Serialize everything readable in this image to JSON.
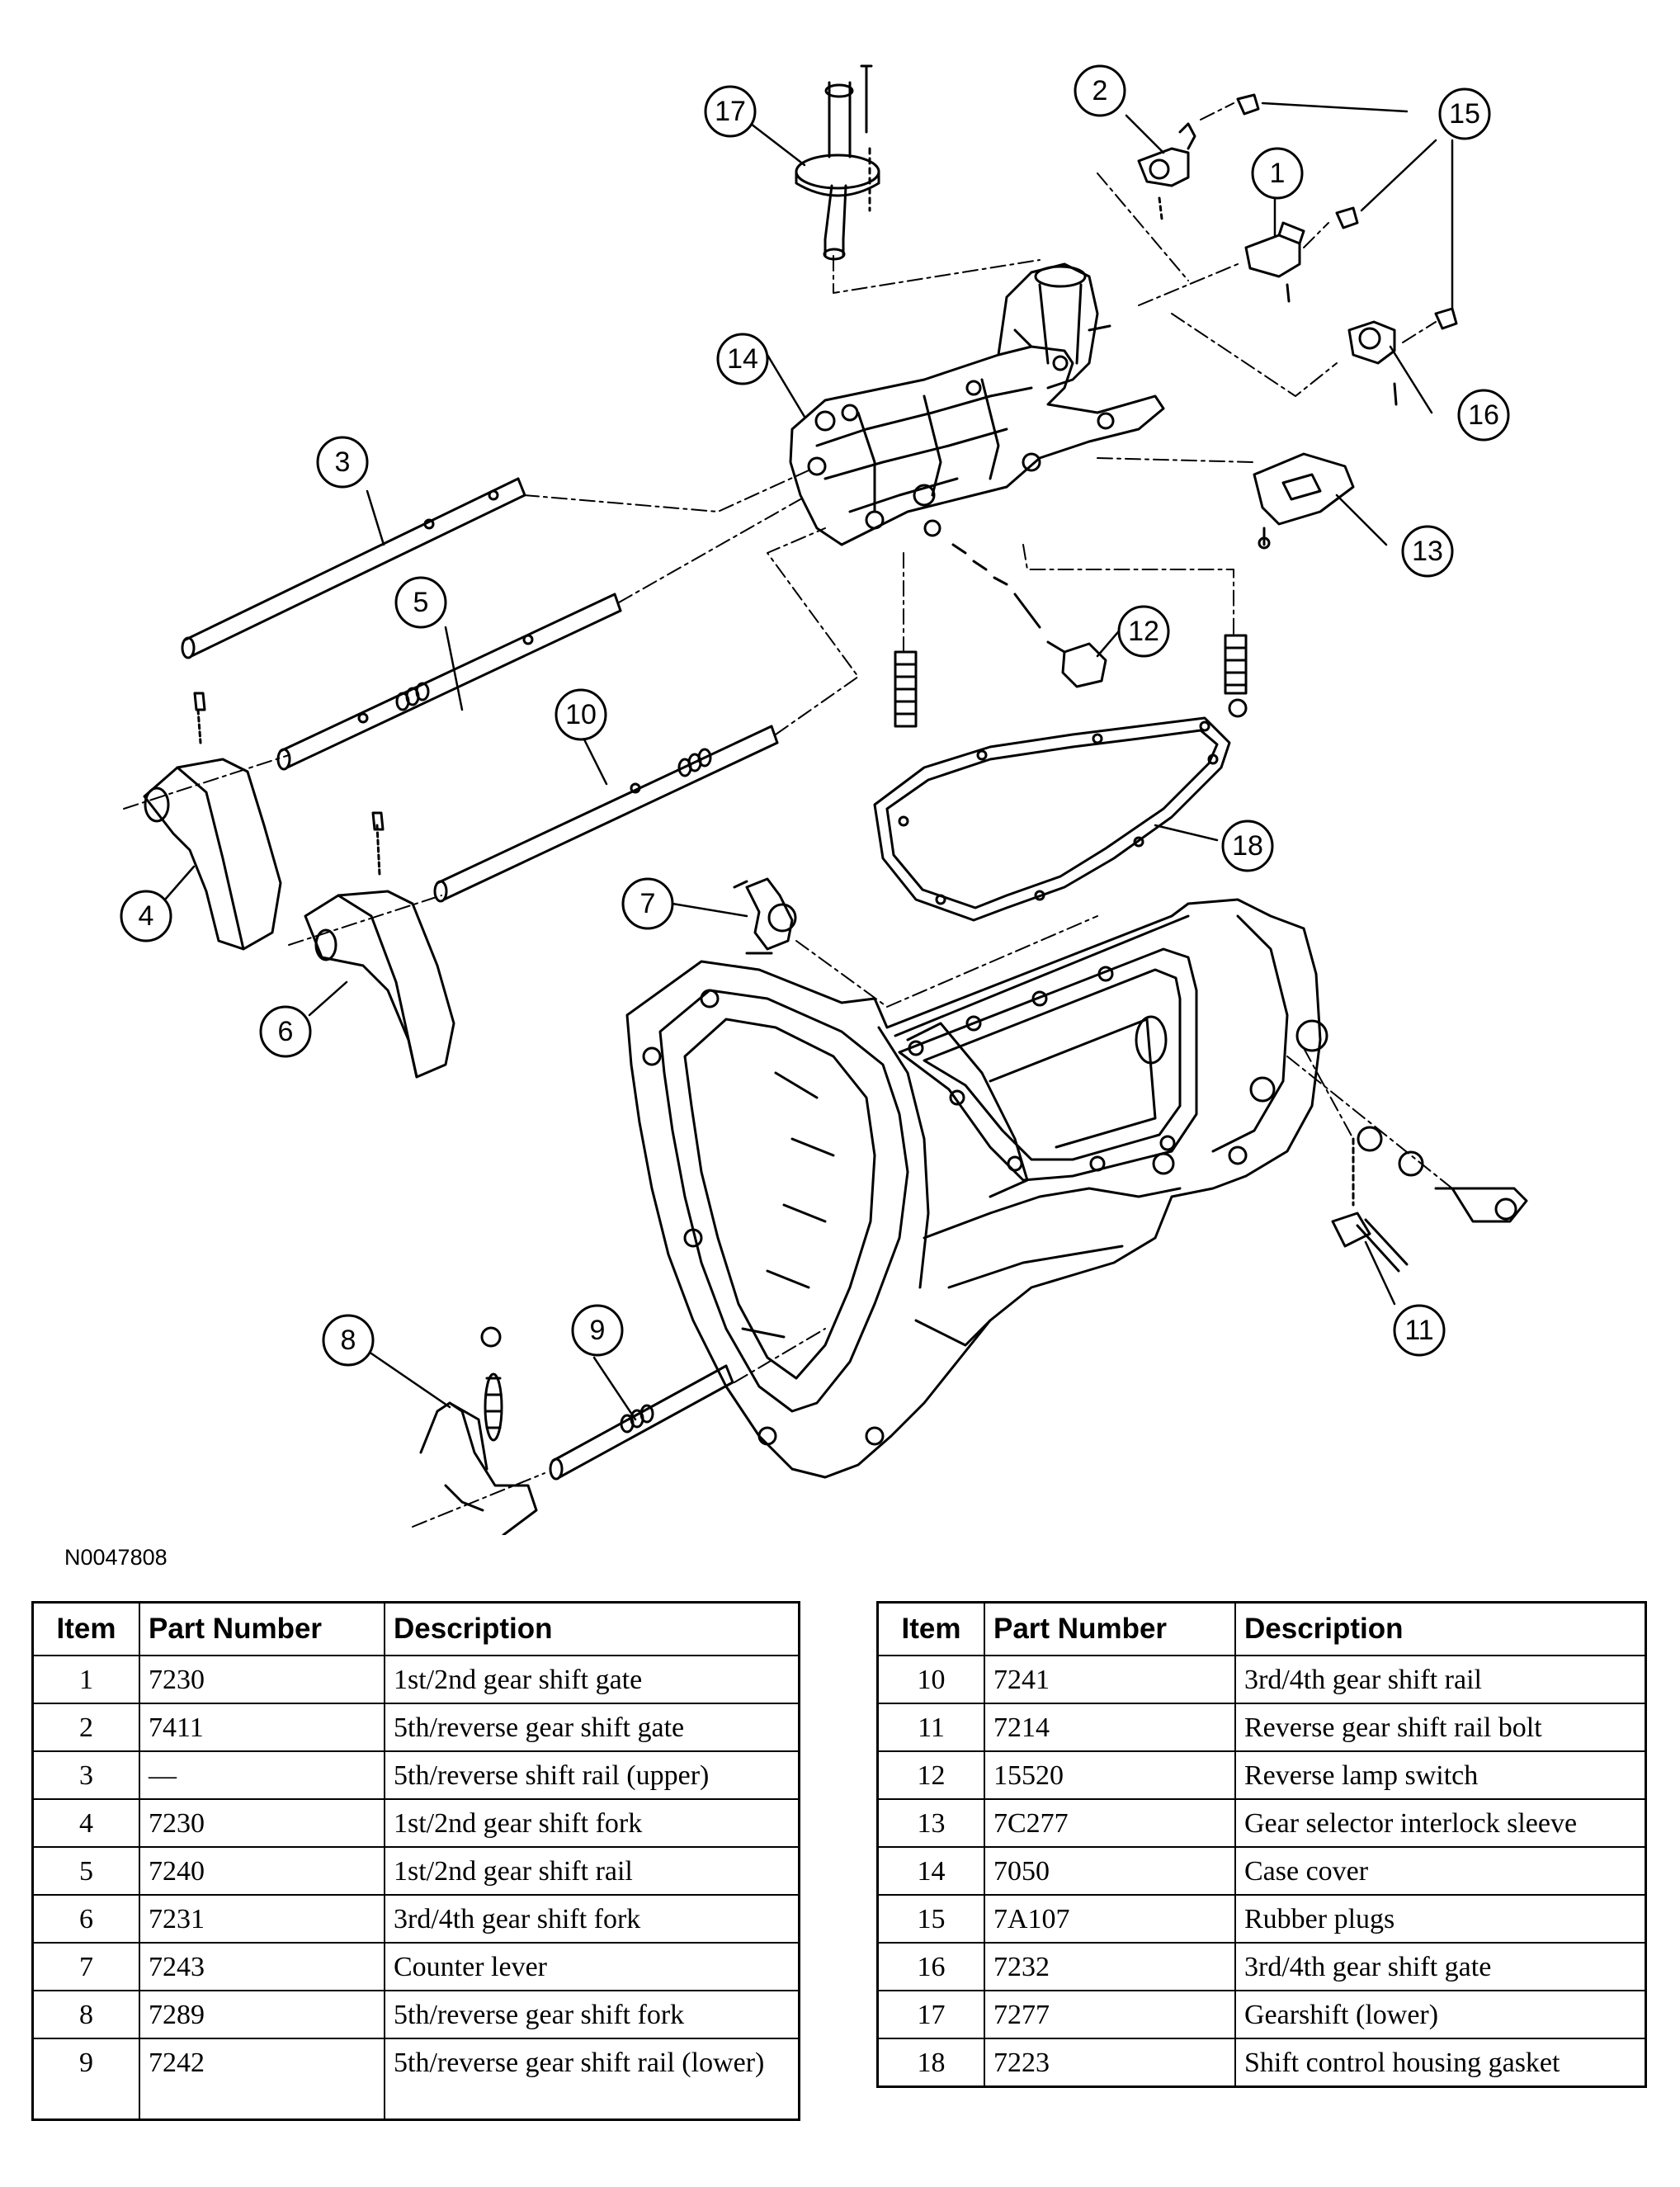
{
  "drawing_code": "N0047808",
  "callouts": [
    "1",
    "2",
    "3",
    "4",
    "5",
    "6",
    "7",
    "8",
    "9",
    "10",
    "11",
    "12",
    "13",
    "14",
    "15",
    "16",
    "17",
    "18"
  ],
  "table": {
    "headers": {
      "item": "Item",
      "part_number": "Part Number",
      "description": "Description"
    },
    "rows": [
      {
        "item": "1",
        "part_number": "7230",
        "description": "1st/2nd gear shift gate"
      },
      {
        "item": "2",
        "part_number": "7411",
        "description": "5th/reverse gear shift gate"
      },
      {
        "item": "3",
        "part_number": "—",
        "description": "5th/reverse shift rail (upper)"
      },
      {
        "item": "4",
        "part_number": "7230",
        "description": "1st/2nd gear shift fork"
      },
      {
        "item": "5",
        "part_number": "7240",
        "description": "1st/2nd gear shift rail"
      },
      {
        "item": "6",
        "part_number": "7231",
        "description": "3rd/4th gear shift fork"
      },
      {
        "item": "7",
        "part_number": "7243",
        "description": "Counter lever"
      },
      {
        "item": "8",
        "part_number": "7289",
        "description": "5th/reverse gear shift fork"
      },
      {
        "item": "9",
        "part_number": "7242",
        "description": "5th/reverse gear shift rail (lower)"
      },
      {
        "item": "10",
        "part_number": "7241",
        "description": "3rd/4th gear shift rail"
      },
      {
        "item": "11",
        "part_number": "7214",
        "description": "Reverse gear shift rail bolt"
      },
      {
        "item": "12",
        "part_number": "15520",
        "description": "Reverse lamp switch"
      },
      {
        "item": "13",
        "part_number": "7C277",
        "description": "Gear selector interlock sleeve"
      },
      {
        "item": "14",
        "part_number": "7050",
        "description": "Case cover"
      },
      {
        "item": "15",
        "part_number": "7A107",
        "description": "Rubber plugs"
      },
      {
        "item": "16",
        "part_number": "7232",
        "description": "3rd/4th gear shift gate"
      },
      {
        "item": "17",
        "part_number": "7277",
        "description": "Gearshift (lower)"
      },
      {
        "item": "18",
        "part_number": "7223",
        "description": "Shift control housing gasket"
      }
    ]
  }
}
